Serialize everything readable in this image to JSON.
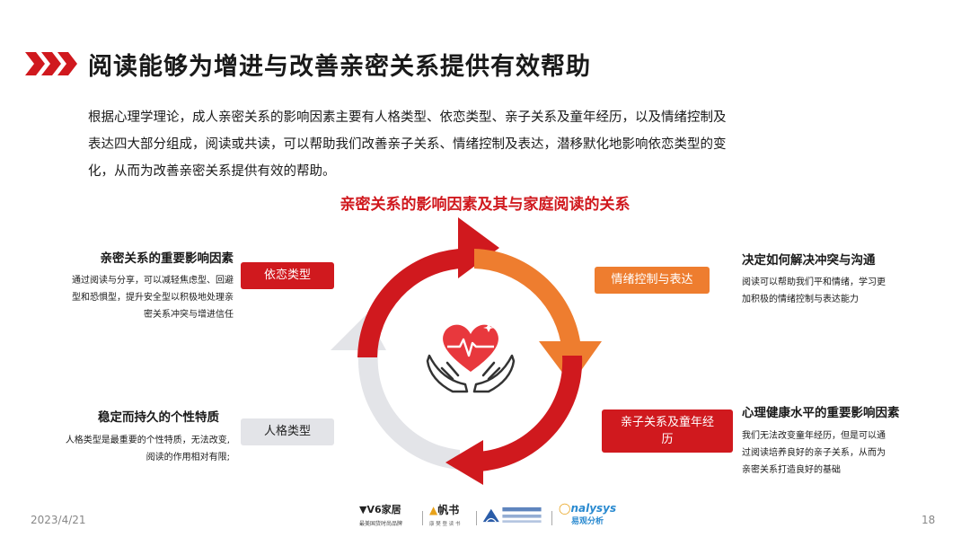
{
  "slide": {
    "title": "阅读能够为增进与改善亲密关系提供有效帮助",
    "intro_lines": [
      "根据心理学理论，成人亲密关系的影响因素主要有人格类型、依恋类型、亲子关系及童年经历，以及情绪控制及",
      "表达四大部分组成，阅读或共读，可以帮助我们改善亲子关系、情绪控制及表达，潜移默化地影响依恋类型的变",
      "化，从而为改善亲密关系提供有效的帮助。"
    ],
    "diagram_title": "亲密关系的影响因素及其与家庭阅读的关系"
  },
  "factors": {
    "attachment": {
      "label": "依恋类型",
      "heading": "亲密关系的重要影响因素",
      "desc_lines": [
        "通过阅读与分享，可以减轻焦虑型、回避",
        "型和恐惧型，提升安全型以积极地处理亲",
        "密关系冲突与增进信任"
      ]
    },
    "emotion": {
      "label": "情绪控制与表达",
      "heading": "决定如何解决冲突与沟通",
      "desc_lines": [
        "阅读可以帮助我们平和情绪，学习更",
        "加积极的情绪控制与表达能力"
      ]
    },
    "parent_child": {
      "label_lines": [
        "亲子关系及童年经",
        "历"
      ],
      "heading": "心理健康水平的重要影响因素",
      "desc_lines": [
        "我们无法改变童年经历，但是可以通",
        "过阅读培养良好的亲子关系，从而为",
        "亲密关系打造良好的基础"
      ]
    },
    "personality": {
      "label": "人格类型",
      "heading": "稳定而持久的个性特质",
      "desc_lines": [
        "人格类型是最重要的个性特质，无法改变,",
        "阅读的作用相对有限;"
      ]
    }
  },
  "footer": {
    "date": "2023/4/21",
    "page": "18",
    "logos": {
      "v6": "V6家居",
      "v6_sub": "最美国货时尚品牌",
      "fanshu": "帆书",
      "fanshu_sub": "康 樊 登 读 书",
      "analysys": "nalysys",
      "analysys_cn": "易观分析"
    }
  },
  "colors": {
    "red": "#d0191e",
    "orange": "#ee7d2f",
    "gray": "#e3e4e8"
  },
  "icons": [
    "chevrons-icon",
    "heart-hands-icon"
  ]
}
